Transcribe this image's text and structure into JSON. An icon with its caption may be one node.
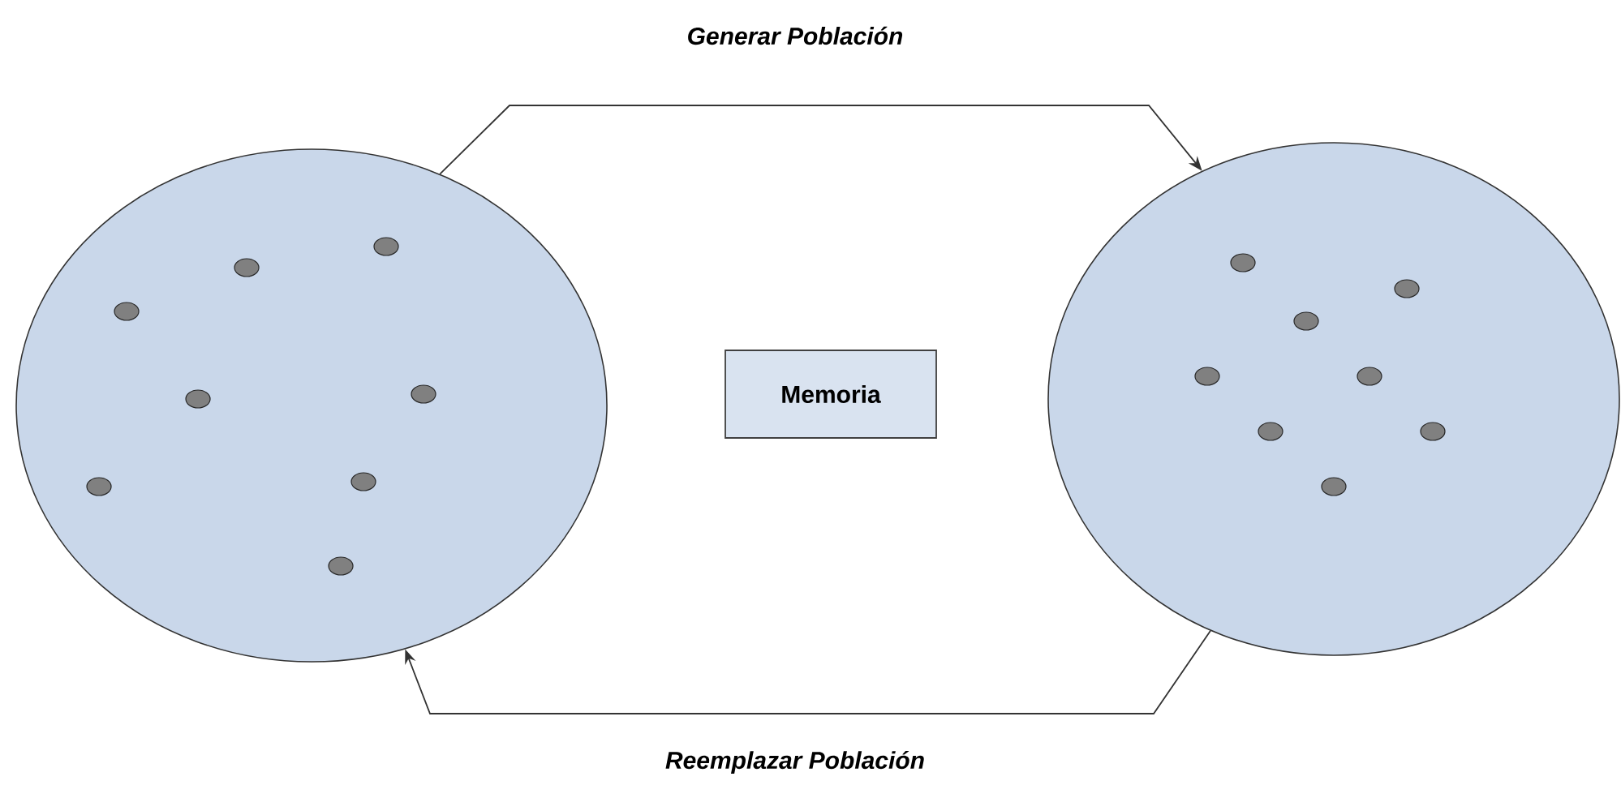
{
  "diagram": {
    "nodes": [
      {
        "text": [],
        "shape": "circle"
      },
      {
        "text": [],
        "shape": "circle"
      },
      {
        "text": [
          "Memoria"
        ]
      }
    ],
    "edges": [
      {
        "from": 0,
        "to": 1,
        "arrow": "to",
        "label": "Generar Población"
      },
      {
        "from": 1,
        "to": 0,
        "arrow": "to",
        "label": "Reemplazar Población"
      }
    ]
  }
}
